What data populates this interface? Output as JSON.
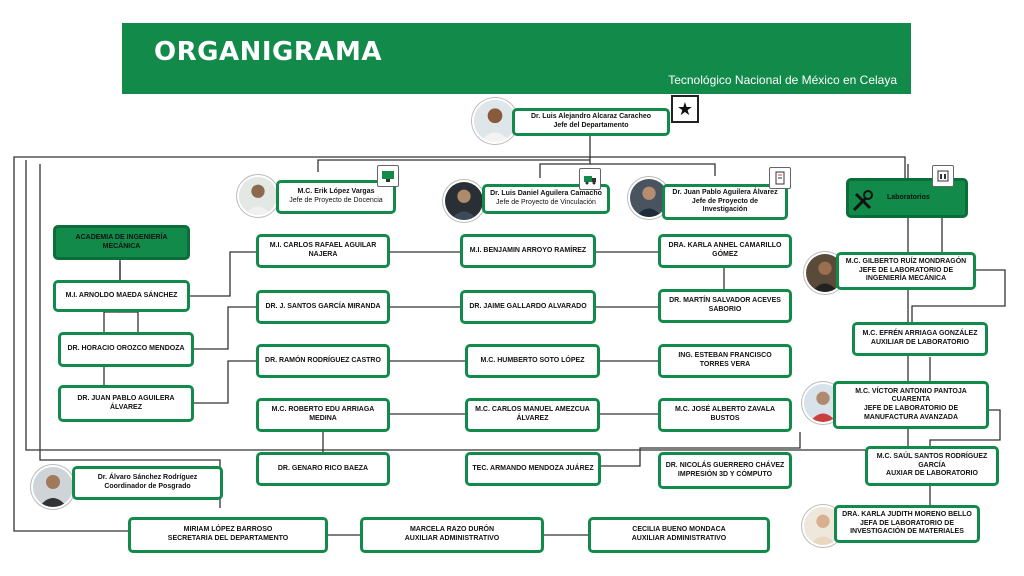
{
  "header": {
    "title": "ORGANIGRAMA",
    "subtitle": "Tecnológico Nacional de México en Celaya"
  },
  "head": {
    "name": "Dr. Luis Alejandro Alcaraz Caracheo",
    "role": "Jefe del Departamento"
  },
  "projects": {
    "docencia": {
      "name": "M.C. Erik López Vargas",
      "role": "Jefe de Proyecto de Docencia"
    },
    "vinculacion": {
      "name": "Dr. Luis Daniel Aguilera Camacho",
      "role": "Jefe de Proyecto de Vinculación"
    },
    "investigacion": {
      "name": "Dr. Juan Pablo Aguilera Álvarez",
      "role": "Jefe de Proyecto de Investigación"
    }
  },
  "laboratorios": {
    "label": "Laboratorios"
  },
  "academia": {
    "label": "ACADEMIA DE INGENIERÍA MECÁNICA",
    "members": [
      "M.I. ARNOLDO MAEDA SÁNCHEZ",
      "DR. HORACIO OROZCO MENDOZA",
      "DR. JUAN PABLO AGUILERA ÁLVAREZ"
    ]
  },
  "col1": [
    "M.I. CARLOS RAFAEL AGUILAR NAJERA",
    "DR. J. SANTOS GARCÍA MIRANDA",
    "DR. RAMÓN RODRÍGUEZ CASTRO",
    "M.C. ROBERTO EDU ARRIAGA MEDINA",
    "DR. GENARO RICO BAEZA"
  ],
  "col2": [
    "M.I. BENJAMIN ARROYO RAMÍREZ",
    "DR. JAIME GALLARDO ALVARADO",
    "M.C. HUMBERTO SOTO LÓPEZ",
    "M.C. CARLOS MANUEL AMEZCUA ÁLVAREZ",
    "TEC. ARMANDO MENDOZA JUÁREZ"
  ],
  "col3": [
    "DRA. KARLA ANHEL CAMARILLO GÓMEZ",
    "DR. MARTÍN SALVADOR ACEVES SABORIO",
    "ING. ESTEBAN FRANCISCO TORRES VERA",
    "M.C. JOSÉ ALBERTO ZAVALA BUSTOS",
    "DR. NICOLÁS GUERRERO CHÁVEZ IMPRESIÓN 3D Y CÓMPUTO"
  ],
  "labs": {
    "l1": {
      "name": "M.C. GILBERTO RUÍZ MONDRAGÓN",
      "role": "JEFE DE LABORATORIO DE INGENIERÍA MECÁNICA"
    },
    "l2": {
      "name": "M.C. EFRÉN ARRIAGA GONZÁLEZ",
      "role": "AUXILIAR DE LABORATORIO"
    },
    "l3": {
      "name": "M.C. VÍCTOR ANTONIO PANTOJA CUARENTA",
      "role": "JEFE DE LABORATORIO DE MANUFACTURA AVANZADA"
    },
    "l4": {
      "name": "M.C. SAÚL SANTOS RODRÍGUEZ GARCÍA",
      "role": "AUXIAR DE LABORATORIO"
    },
    "l5": {
      "name": "DRA. KARLA JUDITH MORENO BELLO",
      "role": "JEFA DE LABORATORIO DE INVESTIGACIÓN DE MATERIALES"
    }
  },
  "posgrado": {
    "name": "Dr. Álvaro Sánchez Rodríguez",
    "role": "Coordinador de Posgrado"
  },
  "admin": [
    {
      "name": "MIRIAM LÓPEZ BARROSO",
      "role": "SECRETARIA DEL DEPARTAMENTO"
    },
    {
      "name": "MARCELA RAZO DURÓN",
      "role": "AUXILIAR ADMINISTRATIVO"
    },
    {
      "name": "CECILIA BUENO MONDACA",
      "role": "AUXILIAR ADMINISTRATIVO"
    }
  ],
  "colors": {
    "accent": "#118a4a",
    "line": "#333333"
  }
}
